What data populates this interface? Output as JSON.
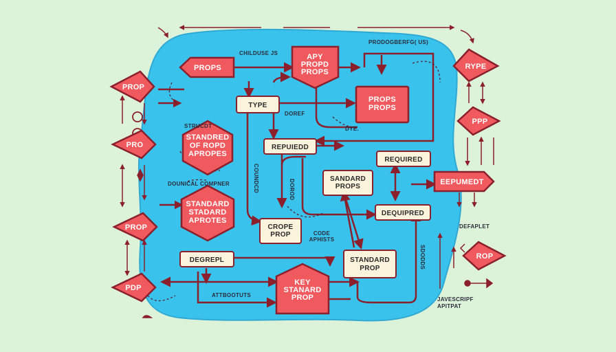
{
  "colors": {
    "background": "#dcf3d9",
    "blob": "#39c3ec",
    "node_red": "#f05a5f",
    "node_outline": "#8b1f2c",
    "node_light": "#fbf3dc",
    "connector": "#8b1f2c"
  },
  "nodes": {
    "api_props": "APY\nPROPD\nPROPS",
    "props_left": "PROPS",
    "type": "TYPE",
    "props_box": "PROPS\nPROPS",
    "standard_hex_top": "STANDRED\nOF ROPD\nAPROPES",
    "standard_hex_bottom": "STANDARD\nSTADARD\nAPROTES",
    "repuiedd": "REPUIEDD",
    "required": "REQUIRED",
    "sandard_props": "SANDARD\nPROPS",
    "eepumedt": "EEPUMEDT",
    "dequipred": "DEQUIPRED",
    "crope_prop": "CROPE\nPROP",
    "degrepl": "DEGREPL",
    "standard_prop": "STANDARD\nPROP",
    "key_standard_prop": "KEY\nSTANARD\nPROP",
    "rype": "RYPE",
    "left_diamond_1": "PROP",
    "left_diamond_2": "PRO",
    "left_diamond_3": "PROP",
    "left_diamond_4": "PDP",
    "right_diamond_2": "PPP",
    "right_diamond_3": "ROP"
  },
  "labels": {
    "childuse_js": "CHILDUSE JS",
    "prodogberg": "PRODOGBERFG( US)",
    "struct": "STRUCDT",
    "doref": "DOREF",
    "dye": "DYE.",
    "conductive_compner": "DOUNICAL COMPNER",
    "cod_vert": "COUNDCD",
    "cod_vert_2": "DOROD",
    "code_aphists": "CODE\nAPHISTS",
    "attbootuts": "ATTBOOTUTS",
    "defaplet": "DEFAPLET",
    "javescrip": "JAVESCRIPF\nAPITPAT",
    "sdo_vert": "SDODDS"
  }
}
